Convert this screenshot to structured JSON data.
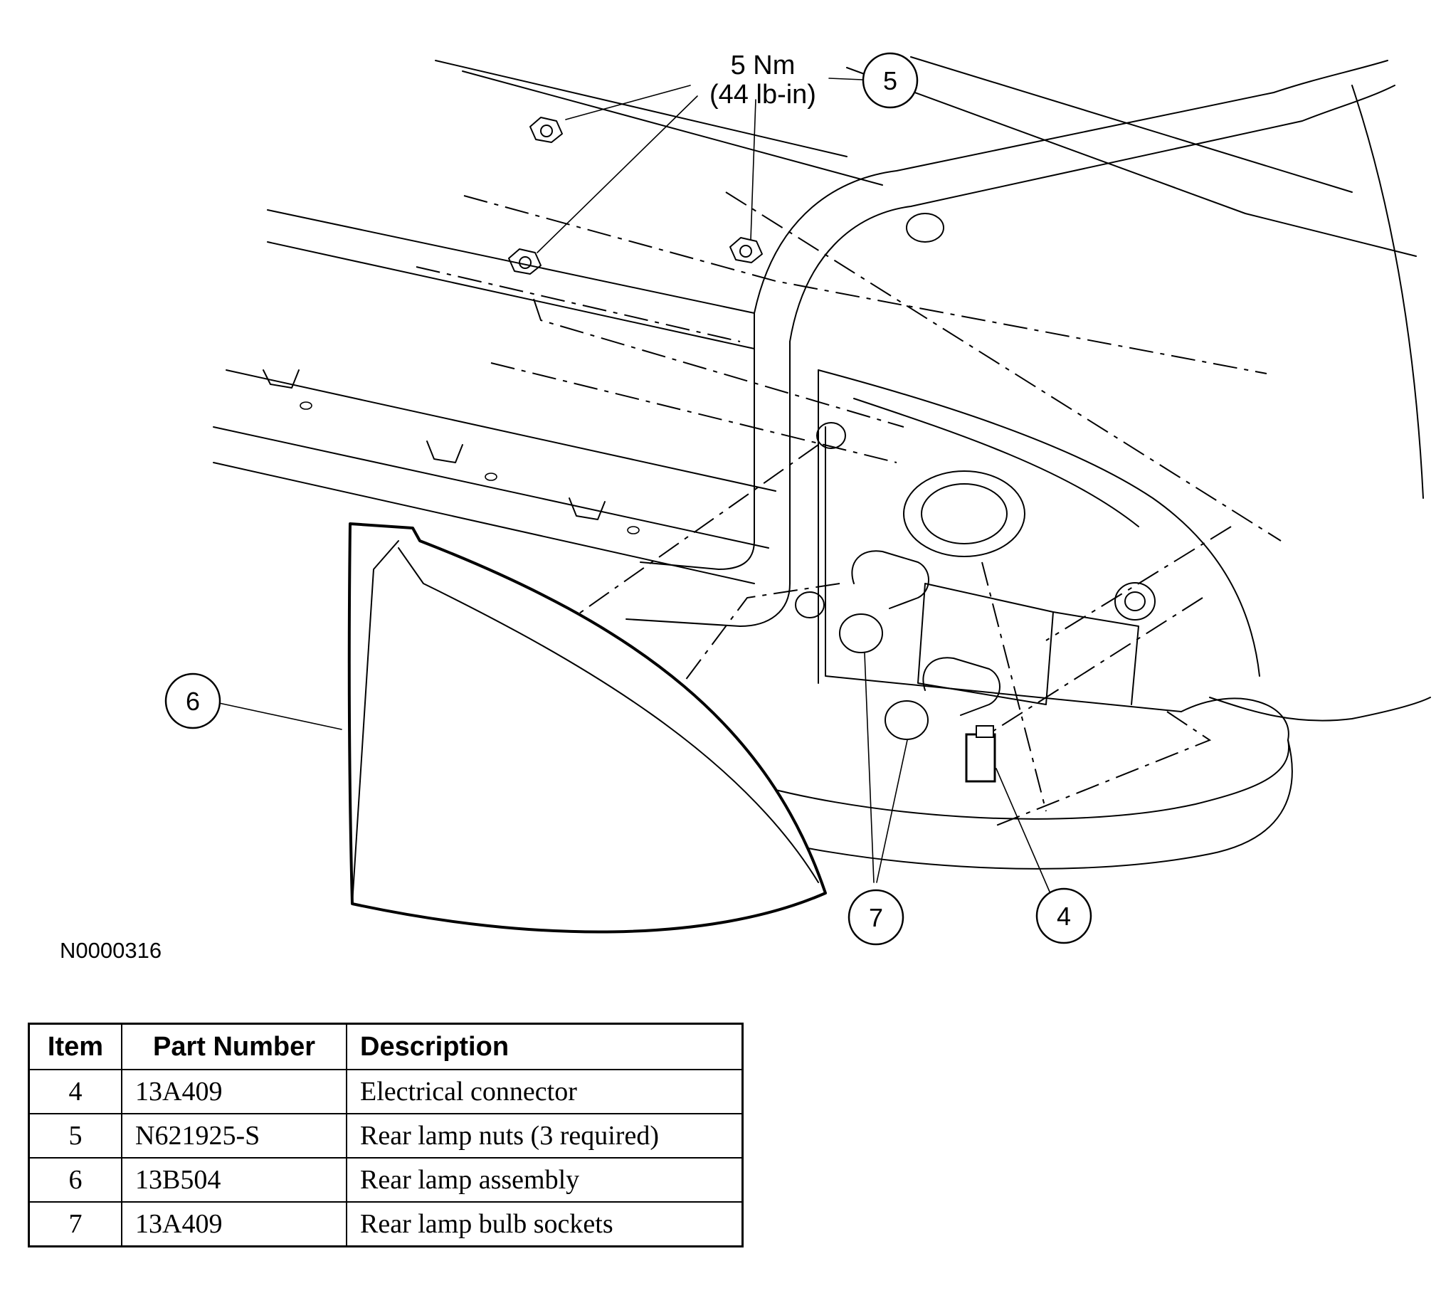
{
  "figure": {
    "id": "N0000316"
  },
  "torque": {
    "metric": "5 Nm",
    "imperial": "(44 lb-in)"
  },
  "callouts": [
    "5",
    "6",
    "7",
    "4"
  ],
  "table": {
    "headers": [
      "Item",
      "Part Number",
      "Description"
    ],
    "rows": [
      [
        "4",
        "13A409",
        "Electrical connector"
      ],
      [
        "5",
        "N621925-S",
        "Rear lamp nuts (3 required)"
      ],
      [
        "6",
        "13B504",
        "Rear lamp assembly"
      ],
      [
        "7",
        "13A409",
        "Rear lamp bulb sockets"
      ]
    ]
  }
}
